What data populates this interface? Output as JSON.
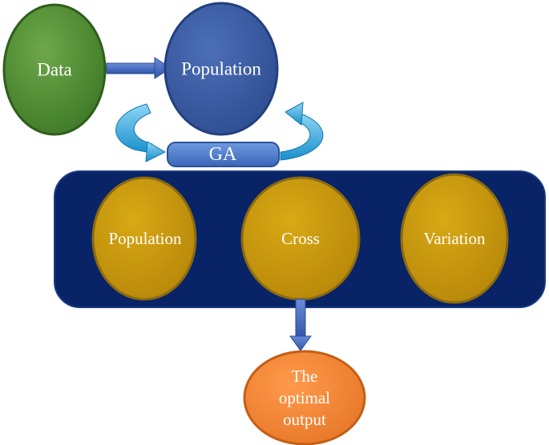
{
  "nodes": {
    "data": {
      "label": "Data",
      "color": "#4e8a30"
    },
    "population_top": {
      "label": "Population",
      "color": "#3a5aa0"
    },
    "ga": {
      "label": "GA",
      "color": "#4a78c8"
    },
    "population_stage": {
      "label": "Population",
      "color": "#c89a0c"
    },
    "cross": {
      "label": "Cross",
      "color": "#c89a0c"
    },
    "variation": {
      "label": "Variation",
      "color": "#c89a0c"
    },
    "output": {
      "label_lines": [
        "The",
        "optimal",
        "output"
      ],
      "color": "#f08a3c"
    }
  },
  "colors": {
    "container": "#082366",
    "arrow": "#3f63b8",
    "cycle_arrow": "#2aa7e0"
  }
}
